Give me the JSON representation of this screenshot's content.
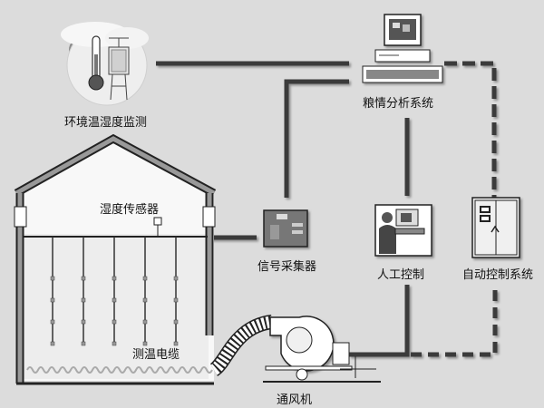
{
  "title": "粮情监测与通风控制系统示意图",
  "labels": {
    "env_monitor": "环境温湿度监测",
    "analysis_system": "粮情分析系统",
    "humidity_sensor": "湿度传感器",
    "signal_collector": "信号采集器",
    "manual_control": "人工控制",
    "auto_control": "自动控制系统",
    "temp_cable": "测温电缆",
    "ventilator": "通风机"
  },
  "connections": [
    {
      "from": "环境温湿度监测",
      "to": "粮情分析系统",
      "style": "solid"
    },
    {
      "from": "信号采集器",
      "to": "粮情分析系统",
      "style": "solid"
    },
    {
      "from": "粮情分析系统",
      "to": "人工控制",
      "style": "solid"
    },
    {
      "from": "粮情分析系统",
      "to": "自动控制系统",
      "style": "dashed"
    },
    {
      "from": "人工控制",
      "to": "通风机",
      "style": "solid"
    },
    {
      "from": "自动控制系统",
      "to": "通风机",
      "style": "dashed"
    },
    {
      "from": "测温电缆",
      "to": "信号采集器",
      "style": "solid"
    }
  ],
  "cable_count": 5,
  "sensor_nodes_per_cable": 4,
  "colors": {
    "background": "#dcdcdc",
    "line": "#3a3a3a",
    "wall": "#9a9a9a",
    "fill_white": "#f6f6f6"
  }
}
